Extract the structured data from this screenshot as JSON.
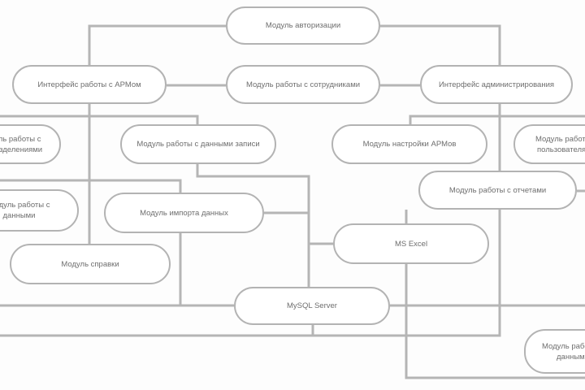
{
  "nodes": {
    "auth": "Модуль авторизации",
    "arm_interface": "Интерфейс работы с АРМом",
    "staff": "Модуль работы с сотрудниками",
    "admin_interface": "Интерфейс администрирования",
    "subdivisions": "Модуль работы с подразделениями",
    "data_records": "Модуль работы с данными записи",
    "arm_settings": "Модуль настройки АРМов",
    "users": "Модуль работы с пользователями",
    "reports": "Модуль работы с отчетами",
    "left_module": "Модуль работы с данными",
    "import": "Модуль импорта данных",
    "excel": "MS Excel",
    "help": "Модуль справки",
    "mysql": "MySQL Server",
    "bottom_right": "Модуль работы с данными"
  },
  "colors": {
    "line": "#b0b0b0",
    "text": "#6e6e6e"
  }
}
